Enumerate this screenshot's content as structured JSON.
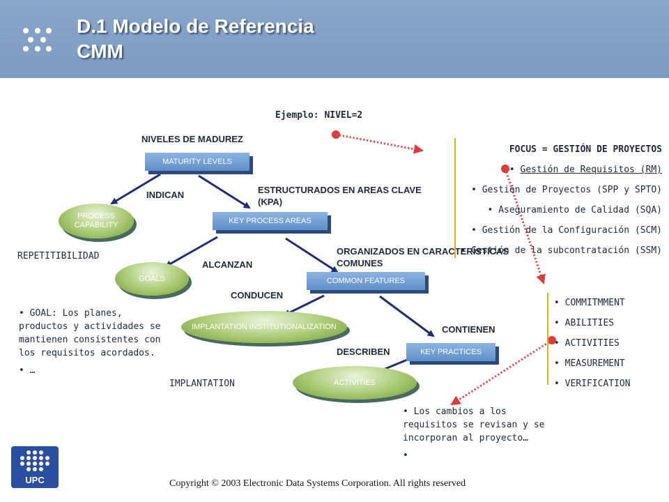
{
  "header": {
    "title_line1": "D.1 Modelo de Referencia",
    "title_line2": "CMM"
  },
  "example": "Ejemplo: NIVEL=2",
  "nodes": {
    "maturity_levels": "MATURITY  LEVELS",
    "process_capability": "PROCESS CAPABILITY",
    "key_process_areas": "KEY PROCESS  AREAS",
    "goals": "GOALS",
    "common_features": "COMMON FEATURES",
    "implantation": "IMPLANTATION INSTITUTIONALIZATION",
    "key_practices": "KEY PRACTICES",
    "activities": "ACTIVITIES"
  },
  "labels": {
    "niveles": "NIVELES DE MADUREZ",
    "indican": "INDICAN",
    "estructurados": "ESTRUCTURADOS EN AREAS CLAVE (KPA)",
    "repetitibilidad": "REPETITIBILIDAD",
    "alcanzan": "ALCANZAN",
    "organizados": "ORGANIZADOS EN CARACTERÍSTICAS COMUNES",
    "conducen": "CONDUCEN",
    "contienen": "CONTIENEN",
    "describen": "DESCRIBEN",
    "implantation": "IMPLANTATION"
  },
  "focus": {
    "title": "FOCUS = GESTIÓN DE PROYECTOS",
    "items": [
      "Gestión de Requisitos (RM)",
      "Gestión de Proyectos (SPP y SPTO)",
      "Aseguramiento de Calidad (SQA)",
      "Gestión de la Configuración (SCM)",
      "Gestión de la subcontratación (SSM)"
    ]
  },
  "features": [
    "COMMITMMENT",
    "ABILITIES",
    "ACTIVITIES",
    "MEASUREMENT",
    "VERIFICATION"
  ],
  "goal_note": {
    "text": "GOAL: Los planes, productos y actividades se mantienen consistentes con los requisitos acordados.",
    "more": "…"
  },
  "activity_note": {
    "text": "Los cambios a los requisitos se revisan y se incorporan al proyecto…",
    "more": ""
  },
  "copyright": "Copyright © 2003 Electronic Data Systems Corporation. All rights reserved",
  "logo": "UPC",
  "colors": {
    "header": "#7d9bc1",
    "box": "#6f9bd0",
    "ellipse": "#a9c972",
    "arrow": "#1e2d7a",
    "pointer": "#e23a3a",
    "accent_line": "#f0b000"
  }
}
